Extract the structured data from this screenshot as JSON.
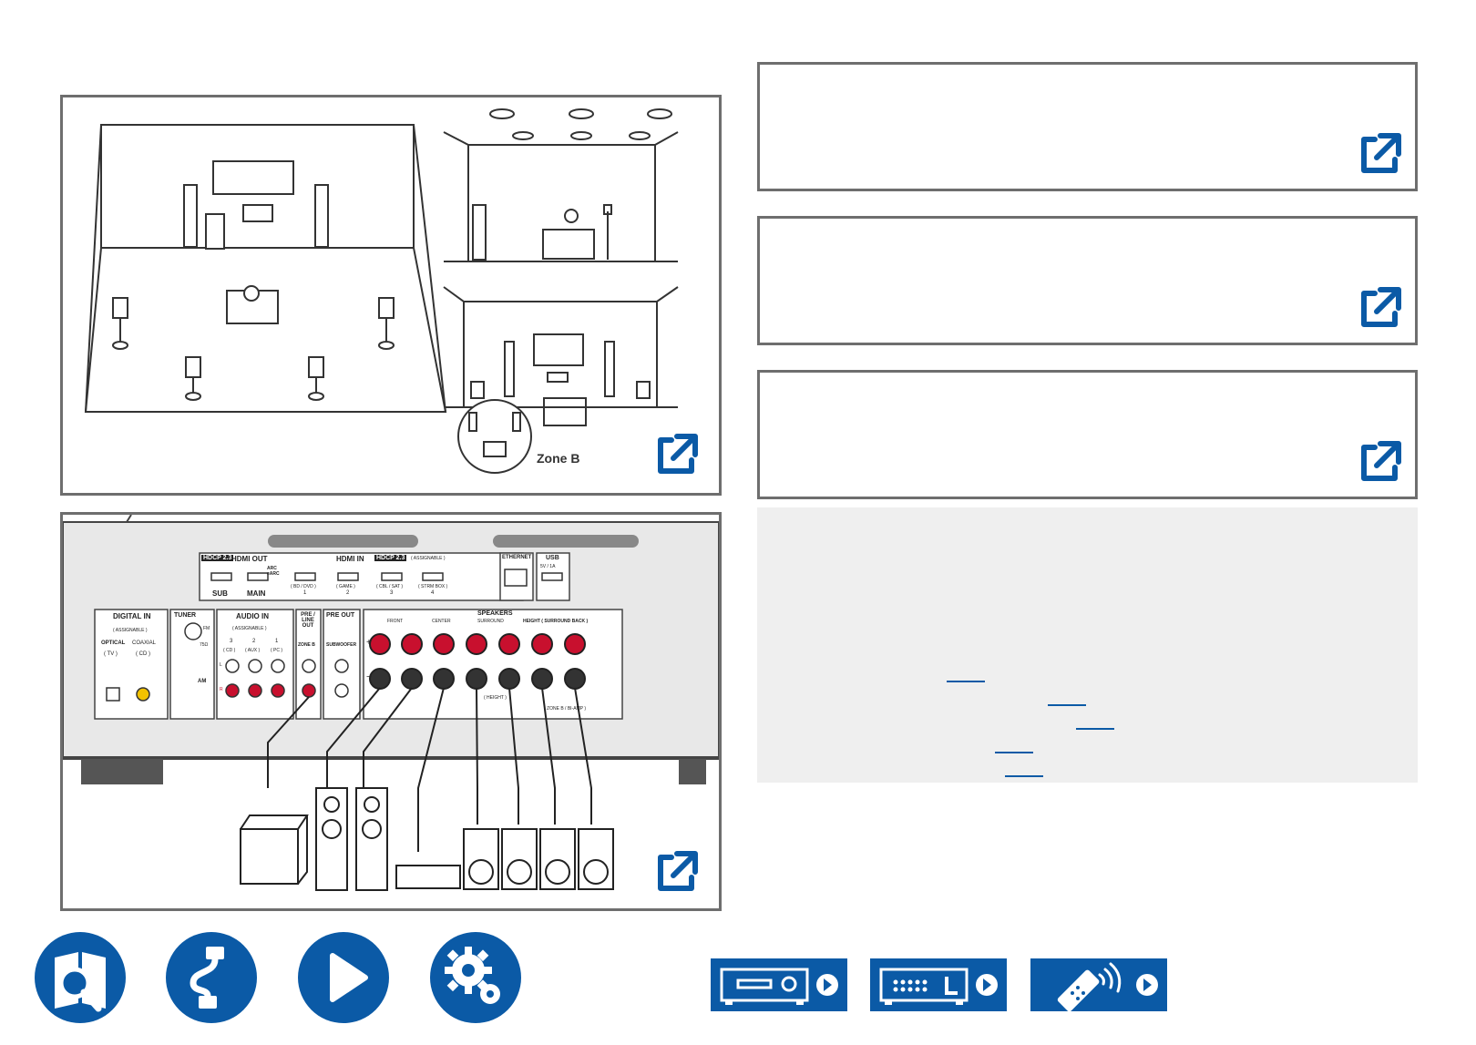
{
  "diagram_top": {
    "zone_label": "Zone B"
  },
  "rear_panel": {
    "hdmi_out": {
      "hdcp": "HDCP 2.3",
      "title": "HDMI OUT",
      "ports": [
        "SUB",
        "MAIN"
      ],
      "arc_label": "ARC eARC"
    },
    "hdmi_in": {
      "hdcp": "HDCP 2.3",
      "title": "HDMI IN",
      "assignable": "( ASSIGNABLE )",
      "ports": [
        "( BD / DVD )",
        "( GAME )",
        "( CBL / SAT )",
        "( STRM BOX )"
      ],
      "numbers": [
        "1",
        "2",
        "3",
        "4"
      ]
    },
    "ethernet": "ETHERNET",
    "usb": "USB",
    "usb_rating": "5V / 1A",
    "digital_in": {
      "title": "DIGITAL IN",
      "assignable": "( ASSIGNABLE )",
      "optical": "OPTICAL",
      "optical_sub": "( TV )",
      "coaxial": "COAXIAL",
      "coaxial_sub": "( CD )"
    },
    "tuner": {
      "title": "TUNER",
      "fm": "FM",
      "ohm": "75Ω",
      "am": "AM"
    },
    "audio_in": {
      "title": "AUDIO IN",
      "assignable": "( ASSIGNABLE )",
      "inputs": [
        "( CD )",
        "( AUX )",
        "( PC )"
      ],
      "numbers": [
        "3",
        "2",
        "1"
      ],
      "l": "L",
      "r": "R"
    },
    "pre_line_out": "PRE / LINE OUT",
    "zone_b": "ZONE B",
    "pre_out": "PRE OUT",
    "subwoofer": "SUBWOOFER",
    "speakers": {
      "title": "SPEAKERS",
      "front": "FRONT",
      "center": "CENTER",
      "surround": "SURROUND",
      "height": "HEIGHT ( SURROUND BACK )",
      "height_sub": "( HEIGHT )",
      "zone_b_bi_amp": "( ZONE B / BI-AMP )",
      "plus": "+",
      "minus": "−"
    }
  },
  "colors": {
    "accent": "#0b5aa6",
    "border": "#6e6e6e",
    "info_bg": "#efefef",
    "red_terminal": "#c8102e"
  },
  "nav_icons": [
    "manual-search-icon",
    "connection-cable-icon",
    "playback-icon",
    "settings-gear-icon"
  ],
  "model_icons": [
    "receiver-front-icon",
    "receiver-rear-icon",
    "remote-control-icon"
  ]
}
